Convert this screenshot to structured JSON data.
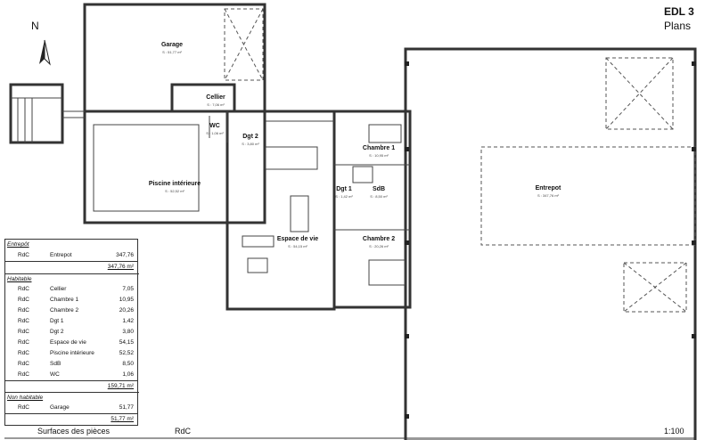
{
  "header": {
    "code": "EDL 3",
    "subtitle": "Plans",
    "north": "N"
  },
  "rooms": [
    {
      "name": "Garage",
      "area": "S : 51,77 m²"
    },
    {
      "name": "Cellier",
      "area": "S : 7,06 m²"
    },
    {
      "name": "WC",
      "area": "S : 1,06 m²"
    },
    {
      "name": "Dgt 2",
      "area": "S : 3,80 m²"
    },
    {
      "name": "Piscine intérieure",
      "area": "S : 52,52 m²"
    },
    {
      "name": "Espace de vie",
      "area": "S : 54,15 m²"
    },
    {
      "name": "Chambre 1",
      "area": "S : 10,95 m²"
    },
    {
      "name": "Dgt 1",
      "area": "S : 1,42 m²"
    },
    {
      "name": "SdB",
      "area": "S : 8,50 m²"
    },
    {
      "name": "Chambre 2",
      "area": "S : 20,26 m²"
    },
    {
      "name": "Entrepot",
      "area": "S : 347,76 m²"
    }
  ],
  "table": {
    "groups": [
      {
        "title": "Entrepôt",
        "rows": [
          {
            "level": "RdC",
            "room": "Entrepot",
            "area": "347,76"
          }
        ],
        "total": "347,76 m²"
      },
      {
        "title": "Habitable",
        "rows": [
          {
            "level": "RdC",
            "room": "Cellier",
            "area": "7,05"
          },
          {
            "level": "RdC",
            "room": "Chambre 1",
            "area": "10,95"
          },
          {
            "level": "RdC",
            "room": "Chambre 2",
            "area": "20,26"
          },
          {
            "level": "RdC",
            "room": "Dgt 1",
            "area": "1,42"
          },
          {
            "level": "RdC",
            "room": "Dgt 2",
            "area": "3,80"
          },
          {
            "level": "RdC",
            "room": "Espace de vie",
            "area": "54,15"
          },
          {
            "level": "RdC",
            "room": "Piscine intérieure",
            "area": "52,52"
          },
          {
            "level": "RdC",
            "room": "SdB",
            "area": "8,50"
          },
          {
            "level": "RdC",
            "room": "WC",
            "area": "1,06"
          }
        ],
        "total": "159,71 m²"
      },
      {
        "title": "Non habitable",
        "rows": [
          {
            "level": "RdC",
            "room": "Garage",
            "area": "51,77"
          }
        ],
        "total": "51,77 m²"
      }
    ]
  },
  "footer": {
    "title": "Surfaces des pièces",
    "level": "RdC",
    "scale": "1:100"
  }
}
